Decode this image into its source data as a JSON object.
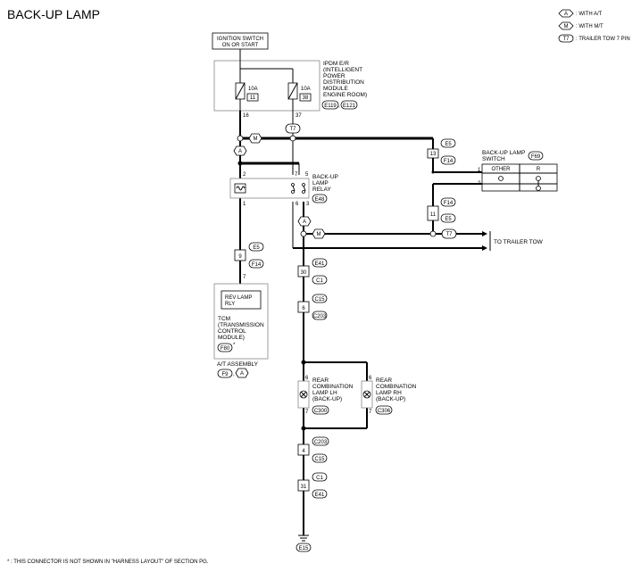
{
  "title": "BACK-UP LAMP",
  "legend": {
    "items": [
      {
        "code": "A",
        "shape": "diamond",
        "text": ": WITH A/T"
      },
      {
        "code": "M",
        "shape": "diamond",
        "text": ": WITH M/T"
      },
      {
        "code": "T7",
        "shape": "oval",
        "text": ": TRAILER TOW 7 PIN"
      }
    ]
  },
  "ignition": {
    "line1": "IGNITION SWITCH",
    "line2": "ON OR START"
  },
  "ipdm": {
    "lines": [
      "IPDM E/R",
      "(INTELLIGENT",
      "POWER",
      "DISTRIBUTION",
      "MODULE",
      "ENGINE ROOM)"
    ],
    "fuse_left": {
      "rating": "10A",
      "number": "11"
    },
    "fuse_right": {
      "rating": "10A",
      "number": "38"
    },
    "connectors": [
      "E119",
      "E121"
    ],
    "pin_left": "16",
    "pin_right": "37"
  },
  "codes": {
    "a": "A",
    "m": "M",
    "t7": "T7"
  },
  "connectors": {
    "e5": "E5",
    "f14": "F14",
    "e41": "E41",
    "c1": "C1",
    "c15": "C15",
    "c203": "C203",
    "e48": "E48",
    "f69": "F69",
    "f80": "F80",
    "f9": "F9",
    "c300": "C300",
    "c306": "C306",
    "c203b": "C203",
    "c15b": "C15",
    "c1b": "C1",
    "e41b": "E41",
    "e15": "E15"
  },
  "relay": {
    "lines": [
      "BACK-UP",
      "LAMP",
      "RELAY"
    ],
    "pins": {
      "p2": "2",
      "p7": "7",
      "p5": "5",
      "p1": "1",
      "p6": "6",
      "p3": "3"
    }
  },
  "switch": {
    "lines": [
      "BACK-UP LAMP",
      "SWITCH"
    ],
    "col_other": "OTHER",
    "col_r": "R",
    "pin1": "1",
    "pin2": "2"
  },
  "pins": {
    "p13": "13",
    "p11": "11",
    "p9": "9",
    "p7tcm": "7",
    "p30": "30",
    "p6": "6",
    "p6lh": "6",
    "p7lh": "7",
    "p6rh": "6",
    "p7rh": "7",
    "p4": "4",
    "p31": "31"
  },
  "trailer_tow": "TO TRAILER TOW",
  "tcm": {
    "inner_lines": [
      "REV LAMP",
      "RLY"
    ],
    "lines": [
      "TCM",
      "(TRANSMISSION",
      "CONTROL",
      "MODULE)"
    ],
    "star": "*",
    "assembly": "A/T ASSEMBLY"
  },
  "rear_lh": {
    "lines": [
      "REAR",
      "COMBINATION",
      "LAMP LH",
      "(BACK-UP)"
    ]
  },
  "rear_rh": {
    "lines": [
      "REAR",
      "COMBINATION",
      "LAMP RH",
      "(BACK-UP)"
    ]
  },
  "footnote": "* : THIS CONNECTOR IS NOT SHOWN IN \"HARNESS LAYOUT\" OF SECTION PG."
}
